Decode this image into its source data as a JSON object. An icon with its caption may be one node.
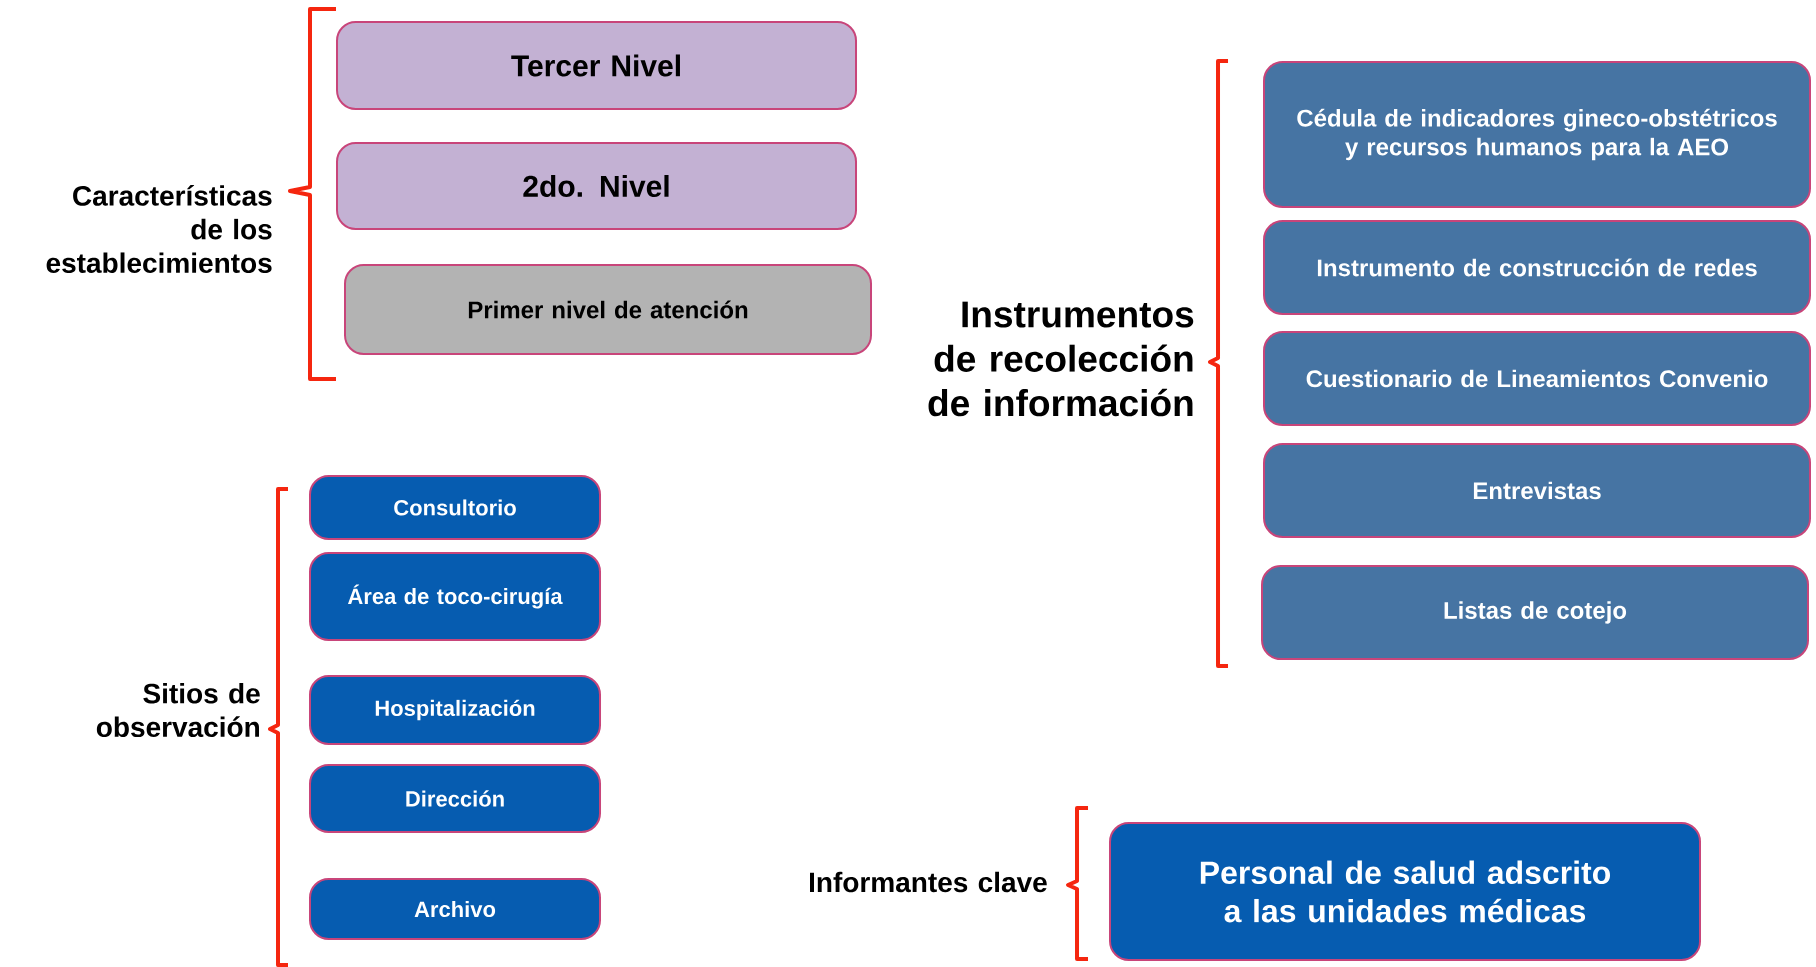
{
  "diagram": {
    "nodes": [
      {
        "text": [
          "Tercer Nivel"
        ]
      },
      {
        "text": [
          "2do. Nivel"
        ]
      },
      {
        "text": [
          "Primer nivel de atención"
        ]
      },
      {
        "text": [
          "Cédula de indicadores gineco-obstétricos y recursos humanos para la AEO"
        ]
      },
      {
        "text": [
          "Instrumento de construcción de redes"
        ]
      },
      {
        "text": [
          "Cuestionario de Lineamientos Convenio"
        ]
      },
      {
        "text": [
          "Entrevistas"
        ]
      },
      {
        "text": [
          "Listas de cotejo"
        ]
      },
      {
        "text": [
          "Consultorio"
        ]
      },
      {
        "text": [
          "Área de toco-cirugía"
        ]
      },
      {
        "text": [
          "Hospitalización"
        ]
      },
      {
        "text": [
          "Dirección"
        ]
      },
      {
        "text": [
          "Archivo"
        ]
      },
      {
        "text": [
          "Personal de salud adscrito a las unidades médicas"
        ]
      }
    ],
    "edges": [],
    "labels": [
      "Características de los establecimientos",
      "Instrumentos de recolección de información",
      "Sitios de observación",
      "Informantes clave"
    ]
  }
}
